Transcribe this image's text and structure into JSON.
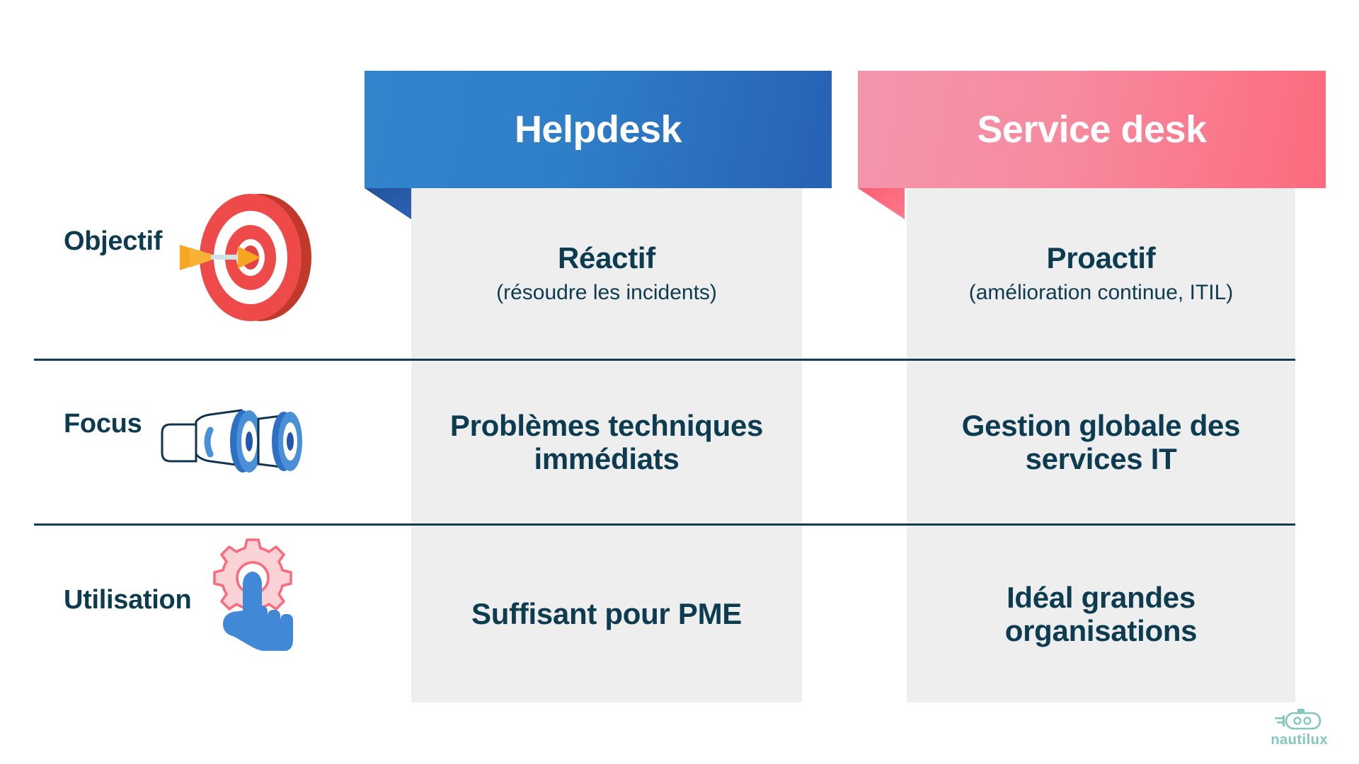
{
  "columns": [
    {
      "id": "helpdesk",
      "title": "Helpdesk",
      "accent": "#2f7ec8",
      "fold": "#24519e"
    },
    {
      "id": "servicedesk",
      "title": "Service desk",
      "accent": "#f78a9e",
      "fold": "#fb5e72"
    }
  ],
  "rows": [
    {
      "label": "Objectif",
      "icon": "target-icon",
      "helpdesk": {
        "primary": "Réactif",
        "secondary": "(résoudre les incidents)"
      },
      "servicedesk": {
        "primary": "Proactif",
        "secondary": "(amélioration continue, ITIL)"
      }
    },
    {
      "label": "Focus",
      "icon": "binoculars-icon",
      "helpdesk": {
        "primary": "Problèmes techniques immédiats",
        "secondary": ""
      },
      "servicedesk": {
        "primary": "Gestion globale des services IT",
        "secondary": ""
      }
    },
    {
      "label": "Utilisation",
      "icon": "gear-hand-icon",
      "helpdesk": {
        "primary": "Suffisant\npour PME",
        "secondary": ""
      },
      "servicedesk": {
        "primary": "Idéal grandes organisations",
        "secondary": ""
      }
    }
  ],
  "watermark": {
    "label": "nautilux",
    "icon": "submarine-icon"
  },
  "colors": {
    "text_dark": "#0d3b50",
    "panel_grey": "#eeeeee",
    "divider": "#123a51",
    "helpdesk_blue": "#2f7ec8",
    "servicedesk_pink": "#f78a9e",
    "target_red": "#ee4a4a",
    "arrow_orange": "#f5a623",
    "binocular_blue": "#2f6fc4",
    "gear_pink": "#f9889a",
    "hand_blue": "#4189d6",
    "watermark_teal": "#82c7bb"
  }
}
